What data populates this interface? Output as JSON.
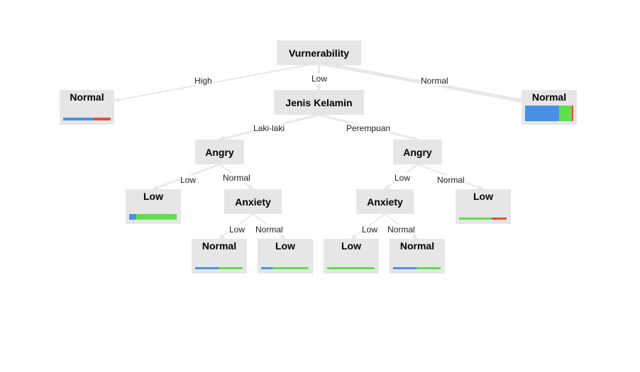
{
  "colors": {
    "edge": "#e8e8e8",
    "node_bg": "#e6e6e6",
    "class_a": "#4a90e2",
    "class_b": "#5ee04a",
    "class_c": "#e74c3c"
  },
  "nodes": {
    "root": {
      "label": "Vurnerability",
      "kind": "split"
    },
    "leaf_high": {
      "label": "Normal",
      "kind": "leaf",
      "dist": [
        0.64,
        0.0,
        0.36
      ]
    },
    "jk": {
      "label": "Jenis Kelamin",
      "kind": "split"
    },
    "leaf_normal": {
      "label": "Normal",
      "kind": "leaf",
      "dist": [
        0.7,
        0.27,
        0.03
      ]
    },
    "angry_l": {
      "label": "Angry",
      "kind": "split"
    },
    "angry_p": {
      "label": "Angry",
      "kind": "split"
    },
    "leaf_ll_low": {
      "label": "Low",
      "kind": "leaf",
      "dist": [
        0.15,
        0.85,
        0.0
      ]
    },
    "anx_l": {
      "label": "Anxiety",
      "kind": "split"
    },
    "anx_p": {
      "label": "Anxiety",
      "kind": "split"
    },
    "leaf_pn": {
      "label": "Low",
      "kind": "leaf",
      "dist": [
        0.0,
        0.68,
        0.32
      ]
    },
    "leaf_al_low": {
      "label": "Normal",
      "kind": "leaf",
      "dist": [
        0.49,
        0.51,
        0.0
      ]
    },
    "leaf_al_norm": {
      "label": "Low",
      "kind": "leaf",
      "dist": [
        0.24,
        0.76,
        0.0
      ]
    },
    "leaf_ap_low": {
      "label": "Low",
      "kind": "leaf",
      "dist": [
        0.0,
        1.0,
        0.0
      ]
    },
    "leaf_ap_norm": {
      "label": "Normal",
      "kind": "leaf",
      "dist": [
        0.49,
        0.51,
        0.0
      ]
    }
  },
  "edges": [
    {
      "from": "root",
      "to": "leaf_high",
      "label": "High",
      "weight": 0.2
    },
    {
      "from": "root",
      "to": "jk",
      "label": "Low",
      "weight": 0.55
    },
    {
      "from": "root",
      "to": "leaf_normal",
      "label": "Normal",
      "weight": 1.0
    },
    {
      "from": "jk",
      "to": "angry_l",
      "label": "Laki-laki",
      "weight": 0.5
    },
    {
      "from": "jk",
      "to": "angry_p",
      "label": "Perempuan",
      "weight": 0.45
    },
    {
      "from": "angry_l",
      "to": "leaf_ll_low",
      "label": "Low",
      "weight": 0.35
    },
    {
      "from": "angry_l",
      "to": "anx_l",
      "label": "Normal",
      "weight": 0.3
    },
    {
      "from": "angry_p",
      "to": "anx_p",
      "label": "Low",
      "weight": 0.3
    },
    {
      "from": "angry_p",
      "to": "leaf_pn",
      "label": "Normal",
      "weight": 0.25
    },
    {
      "from": "anx_l",
      "to": "leaf_al_low",
      "label": "Low",
      "weight": 0.15
    },
    {
      "from": "anx_l",
      "to": "leaf_al_norm",
      "label": "Normal",
      "weight": 0.15
    },
    {
      "from": "anx_p",
      "to": "leaf_ap_low",
      "label": "Low",
      "weight": 0.15
    },
    {
      "from": "anx_p",
      "to": "leaf_ap_norm",
      "label": "Normal",
      "weight": 0.15
    }
  ]
}
